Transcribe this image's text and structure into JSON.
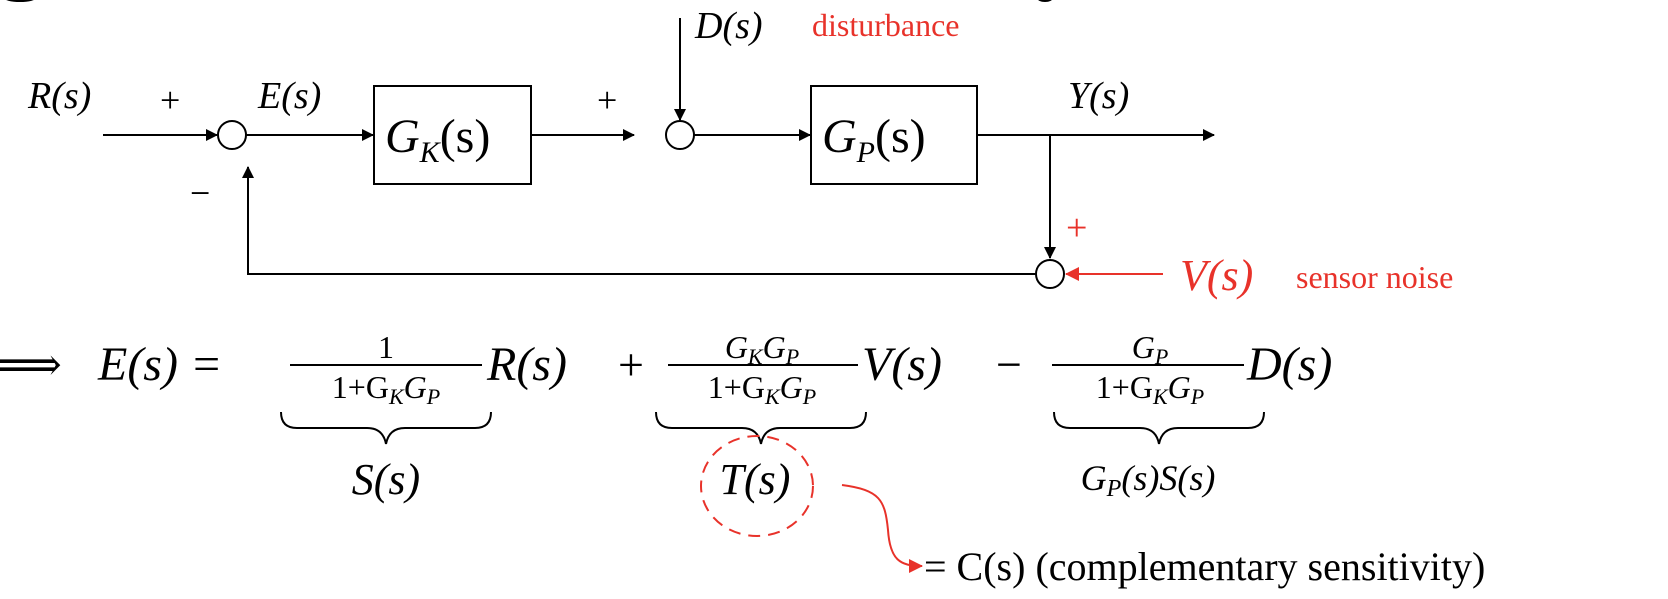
{
  "colors": {
    "ink": "#000000",
    "accent": "#e8322a",
    "background": "#ffffff"
  },
  "diagram": {
    "signals": {
      "reference": "R(s)",
      "error": "E(s)",
      "disturbance": "D(s)",
      "output": "Y(s)",
      "noise": "V(s)"
    },
    "annotations": {
      "disturbance": "disturbance",
      "noise": "sensor noise"
    },
    "blocks": {
      "controller": {
        "base": "G",
        "sub": "K",
        "arg": "(s)"
      },
      "plant": {
        "base": "G",
        "sub": "P",
        "arg": "(s)"
      }
    },
    "signs": {
      "sum1_reference": "+",
      "sum1_feedback": "−",
      "sum2_controller": "+",
      "sum3_output": "+"
    }
  },
  "equation": {
    "implies": "⟹",
    "lhs": "E(s) =",
    "terms": [
      {
        "sign": "",
        "num": "1",
        "den": "1+G_K G_P",
        "signal": "R(s)",
        "label": "S(s)"
      },
      {
        "sign": "+",
        "num": "G_K G_P",
        "den": "1+G_K G_P",
        "signal": "V(s)",
        "label": "T(s)"
      },
      {
        "sign": "−",
        "num": "G_P",
        "den": "1+G_K G_P",
        "signal": "D(s)",
        "label": "G_P(s)S(s)"
      }
    ],
    "callout": "= C(s) (complementary sensitivity)"
  }
}
